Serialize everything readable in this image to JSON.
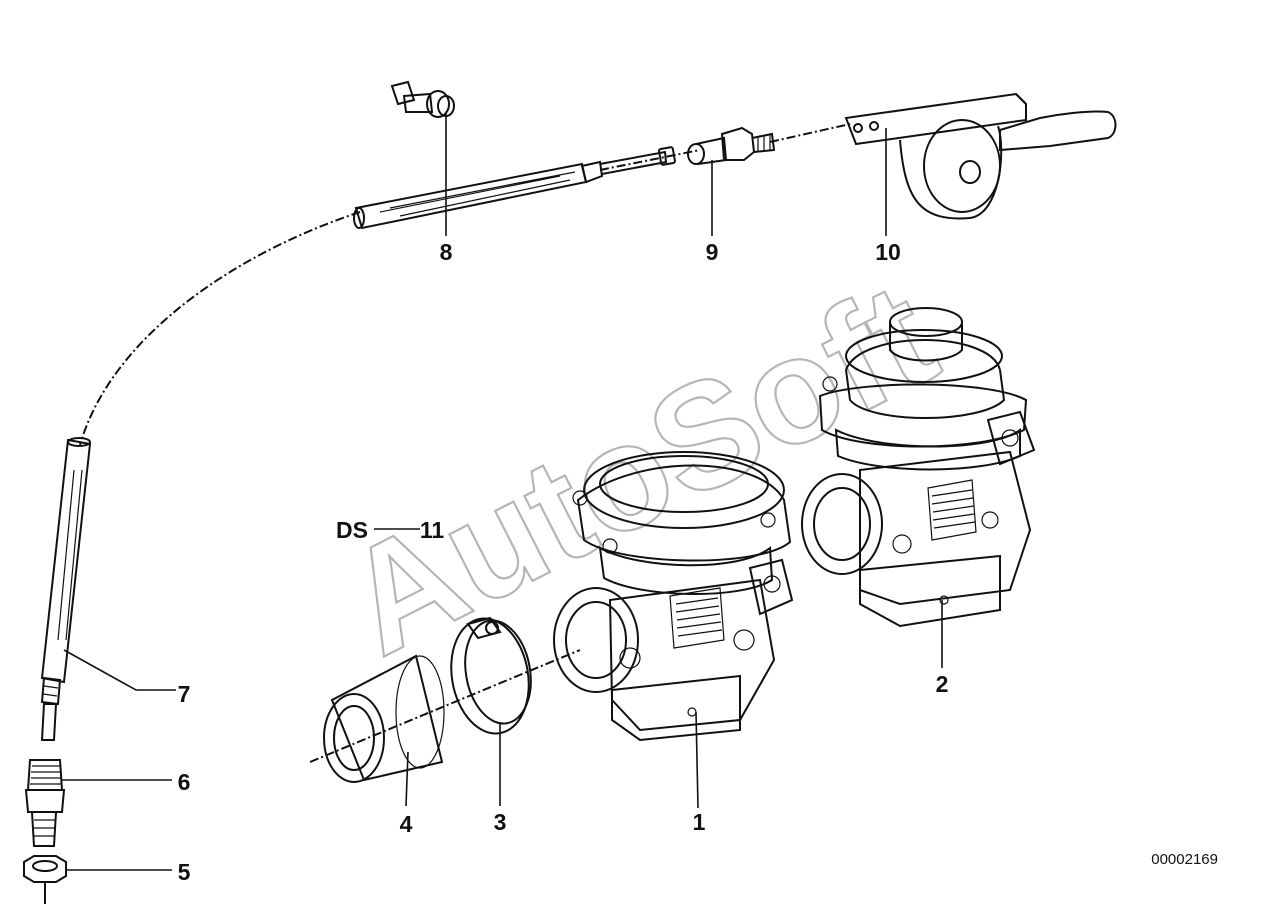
{
  "watermark": "AutoSoft",
  "reference_number": "00002169",
  "part_labels": {
    "p1": "1",
    "p2": "2",
    "p3": "3",
    "p4": "4",
    "p5": "5",
    "p6": "6",
    "p7": "7",
    "p8": "8",
    "p9": "9",
    "p10": "10",
    "p11": "11"
  },
  "kit_prefix": "DS"
}
